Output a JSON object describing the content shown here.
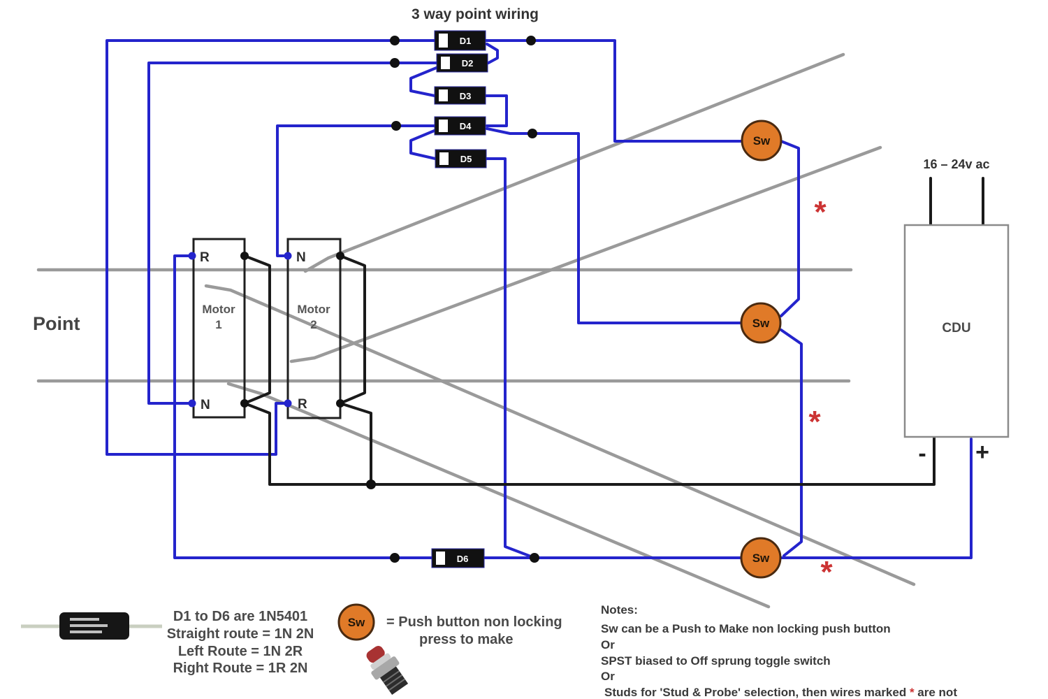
{
  "title": "3 way point wiring",
  "point_label": "Point",
  "sw_label": "Sw",
  "asterisk": "*",
  "diodes": [
    "D1",
    "D2",
    "D3",
    "D4",
    "D5",
    "D6"
  ],
  "motors": [
    {
      "line1": "Motor",
      "line2": "1",
      "top_terminal": "R",
      "bottom_terminal": "N"
    },
    {
      "line1": "Motor",
      "line2": "2",
      "top_terminal": "N",
      "bottom_terminal": "R"
    }
  ],
  "cdu": {
    "label": "CDU",
    "supply_label": "16 – 24v ac",
    "minus": "-",
    "plus": "+"
  },
  "legend": {
    "diode_lines": [
      "D1 to D6 are 1N5401",
      "Straight route = 1N 2N",
      "Left Route = 1N 2R",
      "Right Route = 1R 2N"
    ],
    "switch_line1": "= Push button non locking",
    "switch_line2": "press to make"
  },
  "notes": {
    "heading": "Notes:",
    "line1": "Sw can be a Push to Make non locking push button",
    "or": "Or",
    "line2": "SPST biased to Off sprung toggle switch",
    "line3_pre": "Studs for 'Stud & Probe' selection, then wires marked ",
    "line3_star": "*",
    "line3_post": " are not"
  },
  "colors": {
    "wire_blue": "#2424cc",
    "wire_black": "#1a1a1a",
    "track_gray": "#9a9a9a",
    "switch_orange": "#e07a28",
    "asterisk_red": "#cc3333"
  }
}
